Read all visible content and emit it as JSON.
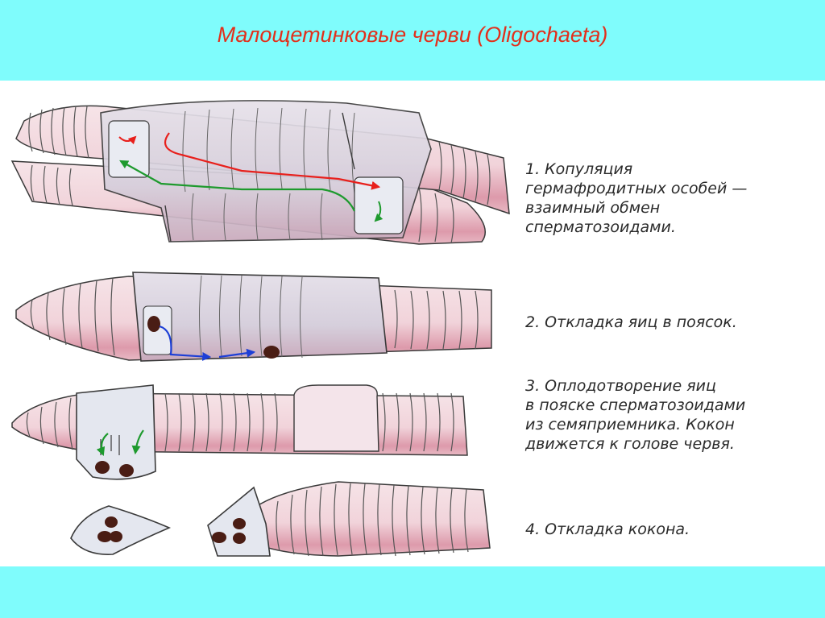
{
  "slide": {
    "title": "Малощетинковые черви (Oligochaeta)",
    "colors": {
      "header_band": "#7ffcfc",
      "title_text": "#e2301c",
      "worm_body": "#f3d9de",
      "worm_stripe": "#e2a9b6",
      "clitellum": "#d9d2e0",
      "sperm_arrow_red": "#e8201c",
      "sperm_arrow_green": "#1e9a2e",
      "egg_arrow_blue": "#1d3fd6",
      "egg": "#4a1d14"
    }
  },
  "steps": [
    {
      "number": "1.",
      "lines": [
        "1. Копуляция",
        "гермафродитных особей —",
        "взаимный обмен",
        "сперматозоидами."
      ]
    },
    {
      "number": "2.",
      "lines": [
        "2. Откладка яиц в поясок."
      ]
    },
    {
      "number": "3.",
      "lines": [
        "3. Оплодотворение яиц",
        "в пояске сперматозоидами",
        "из семяприемника. Кокон",
        "движется к голове червя."
      ]
    },
    {
      "number": "4.",
      "lines": [
        "4. Откладка кокона."
      ]
    }
  ]
}
